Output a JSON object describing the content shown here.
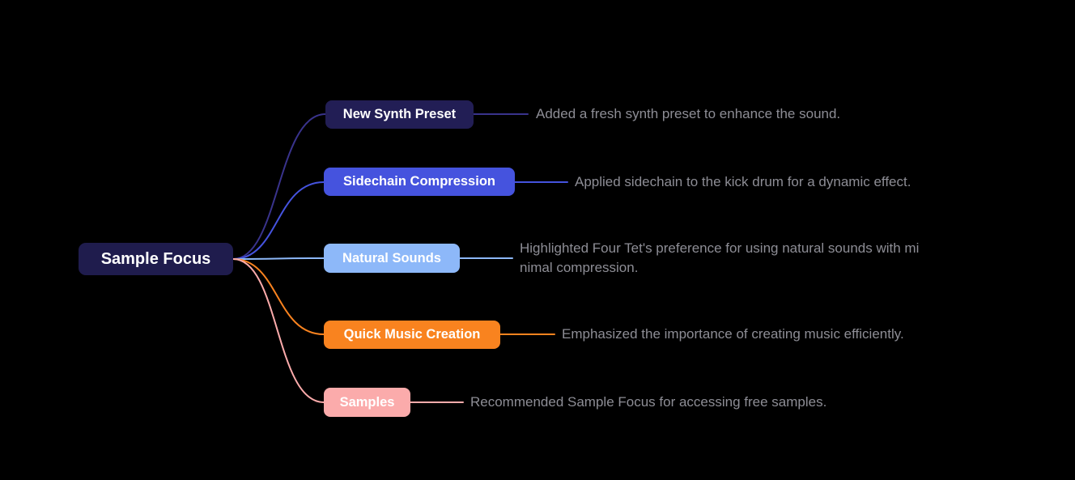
{
  "canvas": {
    "background": "#000000",
    "description_text_color": "#8d8d95"
  },
  "root": {
    "label": "Sample Focus",
    "bg": "#1f1c4d",
    "text_color": "#ffffff"
  },
  "branches": [
    {
      "label": "New Synth Preset",
      "description": "Added a fresh synth preset to enhance the sound.",
      "node_bg": "#221e55",
      "color": "#39338c"
    },
    {
      "label": "Sidechain Compression",
      "description": "Applied sidechain to the kick drum for a dynamic effect.",
      "node_bg": "#4553de",
      "color": "#4553de"
    },
    {
      "label": "Natural Sounds",
      "description": "Highlighted Four Tet's preference for using natural sounds with minimal compression.",
      "node_bg": "#8db8f9",
      "color": "#8db8f9"
    },
    {
      "label": "Quick Music Creation",
      "description": "Emphasized the importance of creating music efficiently.",
      "node_bg": "#f9831f",
      "color": "#f9831f"
    },
    {
      "label": "Samples",
      "description": "Recommended Sample Focus for accessing free samples.",
      "node_bg": "#fbabab",
      "color": "#fbabab"
    }
  ]
}
